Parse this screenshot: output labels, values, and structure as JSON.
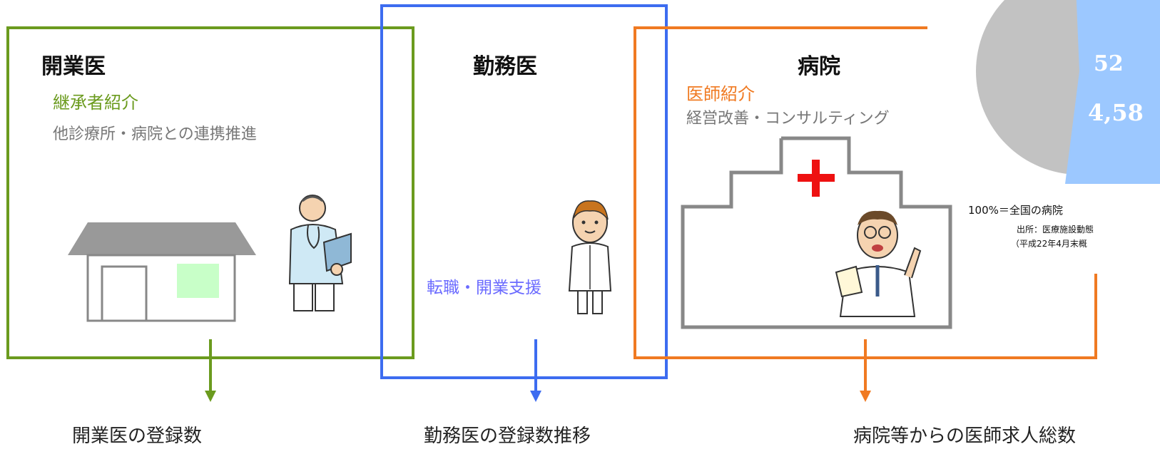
{
  "colors": {
    "green": "#6b9b1e",
    "blue": "#3d6cf0",
    "orange": "#f07a22",
    "purple_text": "#6b6bff",
    "gray_text": "#777777",
    "pie_gray": "#c2c2c2",
    "pie_blue": "#9cc8ff",
    "cross_red": "#ee1111"
  },
  "practitioner": {
    "title": "開業医",
    "service1": "継承者紹介",
    "service2": "他診療所・病院との連携推進",
    "bottom_label": "開業医の登録数"
  },
  "employed": {
    "title": "勤務医",
    "service": "転職・開業支援",
    "bottom_label": "勤務医の登録数推移"
  },
  "hospital": {
    "title": "病院",
    "service1": "医師紹介",
    "service2": "経営改善・コンサルティング",
    "bottom_label": "病院等からの医師求人総数"
  },
  "pie": {
    "value_percent": "52",
    "value_count": "4,58",
    "caption": "100%＝全国の病院",
    "source1": "出所：医療施設動態",
    "source2": "（平成22年4月末概"
  }
}
